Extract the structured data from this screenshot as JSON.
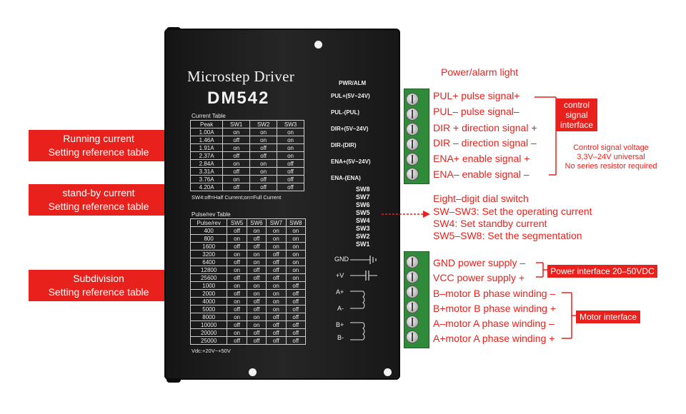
{
  "left_labels": [
    {
      "line1": "Running current",
      "line2": "Setting reference table"
    },
    {
      "line1": "stand-by current",
      "line2": "Setting reference table"
    },
    {
      "line1": "Subdivision",
      "line2": "Setting reference table"
    }
  ],
  "driver": {
    "title": "Microstep Driver",
    "model": "DM542",
    "current_table": {
      "caption": "Current Table",
      "headers": [
        "Peak",
        "SW1",
        "SW2",
        "SW3"
      ],
      "rows": [
        [
          "1.00A",
          "on",
          "on",
          "on"
        ],
        [
          "1.46A",
          "off",
          "on",
          "on"
        ],
        [
          "1.91A",
          "on",
          "off",
          "on"
        ],
        [
          "2.37A",
          "off",
          "off",
          "on"
        ],
        [
          "2.84A",
          "on",
          "on",
          "off"
        ],
        [
          "3.31A",
          "off",
          "on",
          "off"
        ],
        [
          "3.76A",
          "on",
          "off",
          "off"
        ],
        [
          "4.20A",
          "off",
          "off",
          "off"
        ]
      ],
      "note": "SW4:off=Half Current;on=Full Current"
    },
    "pulse_table": {
      "caption": "Pulse/rev Table",
      "headers": [
        "Pulse/rev",
        "SW5",
        "SW6",
        "SW7",
        "SW8"
      ],
      "rows": [
        [
          "400",
          "off",
          "on",
          "on",
          "on"
        ],
        [
          "800",
          "on",
          "off",
          "on",
          "on"
        ],
        [
          "1600",
          "off",
          "off",
          "on",
          "on"
        ],
        [
          "3200",
          "on",
          "on",
          "off",
          "on"
        ],
        [
          "6400",
          "off",
          "on",
          "off",
          "on"
        ],
        [
          "12800",
          "on",
          "off",
          "off",
          "on"
        ],
        [
          "25600",
          "off",
          "off",
          "off",
          "on"
        ],
        [
          "1000",
          "on",
          "on",
          "on",
          "off"
        ],
        [
          "2000",
          "off",
          "on",
          "on",
          "off"
        ],
        [
          "4000",
          "on",
          "off",
          "on",
          "off"
        ],
        [
          "5000",
          "off",
          "off",
          "on",
          "off"
        ],
        [
          "8000",
          "on",
          "on",
          "off",
          "off"
        ],
        [
          "10000",
          "off",
          "on",
          "off",
          "off"
        ],
        [
          "20000",
          "on",
          "off",
          "off",
          "off"
        ],
        [
          "25000",
          "off",
          "off",
          "off",
          "off"
        ]
      ]
    },
    "vdc": "Vdc:+20V~+50V",
    "pwr_alm": "PWR/ALM",
    "signal_labels": [
      "PUL+(5V~24V)",
      "PUL-(PUL)",
      "DIR+(5V~24V)",
      "DIR-(DIR)",
      "ENA+(5V~24V)",
      "ENA-(ENA)"
    ],
    "switch_labels": [
      "SW8",
      "SW7",
      "SW6",
      "SW5",
      "SW4",
      "SW3",
      "SW2",
      "SW1"
    ],
    "power_labels": [
      "GND",
      "+V"
    ],
    "motor_labels": [
      "A+",
      "A-",
      "B+",
      "B-"
    ]
  },
  "right": {
    "power_alarm": "Power/alarm light",
    "signals": [
      "PUL+ pulse signal+",
      "PUL– pulse signal–",
      "DIR + direction signal +",
      "DIR – direction signal –",
      "ENA+ enable signal +",
      "ENA– enable signal –"
    ],
    "control_box": {
      "line1": "control",
      "line2": "signal",
      "line3": "interface"
    },
    "control_note": {
      "line1": "Control signal voltage",
      "line2": "3,3V–24V universal",
      "line3": "No series resistor required"
    },
    "dial": [
      "Eight–digit dial switch",
      "SW–SW3: Set the operating current",
      "SW4: Set standby current",
      "SW5–SW8: Set the segmentation"
    ],
    "power": [
      "GND power supply –",
      "VCC power supply +"
    ],
    "power_box": "Power interface 20–50VDC",
    "motor": [
      "B–motor B phase winding –",
      "B+motor B phase winding +",
      "A–motor A phase winding –",
      "A+motor A phase winding +"
    ],
    "motor_box": "Motor interface"
  }
}
